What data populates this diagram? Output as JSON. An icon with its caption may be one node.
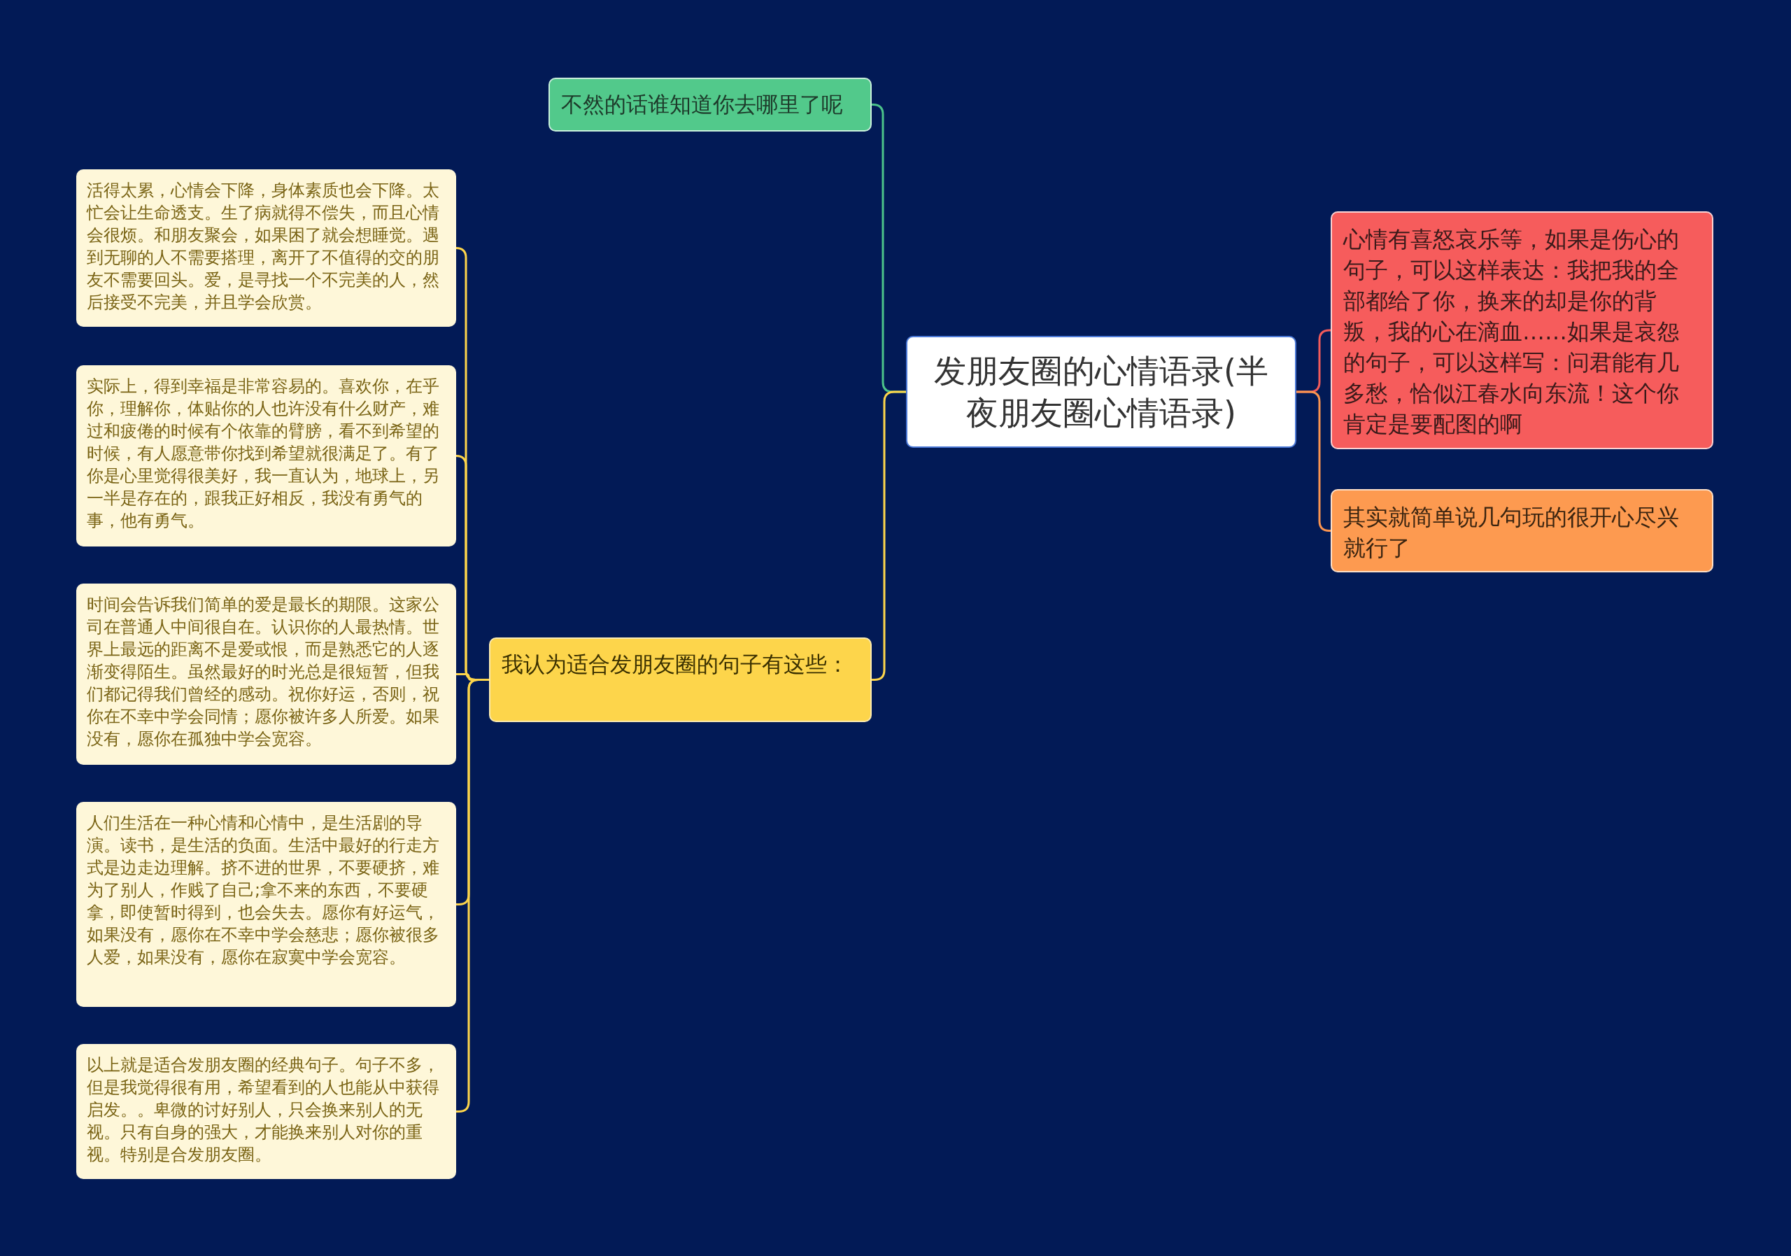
{
  "diagram": {
    "nodes": [
      {
        "text": [
          "发朋友圈的心情语录(半夜朋友圈心情语录)"
        ]
      },
      {
        "text": [
          "不然的话谁知道你去哪里了呢"
        ]
      },
      {
        "text": [
          "我认为适合发朋友圈的句子有这些："
        ]
      },
      {
        "text": [
          "活得太累，心情会下降，身体素质也会下降。太忙会让生命透支。生了病就得不偿失，而且心情会很烦。和朋友聚会，如果困了就会想睡觉。遇到无聊的人不需要搭理，离开了不值得的交的朋友不需要回头。爱，是寻找一个不完美的人，然后接受不完美，并且学会欣赏。"
        ]
      },
      {
        "text": [
          "实际上，得到幸福是非常容易的。喜欢你，在乎你，理解你，体贴你的人也许没有什么财产，难过和疲倦的时候有个依靠的臂膀，看不到希望的时候，有人愿意带你找到希望就很满足了。有了你是心里觉得很美好，我一直认为，地球上，另一半是存在的，跟我正好相反，我没有勇气的事，他有勇气。"
        ]
      },
      {
        "text": [
          "时间会告诉我们简单的爱是最长的期限。这家公司在普通人中间很自在。认识你的人最热情。世界上最远的距离不是爱或恨，而是熟悉它的人逐渐变得陌生。虽然最好的时光总是很短暂，但我们都记得我们曾经的感动。祝你好运，否则，祝你在不幸中学会同情；愿你被许多人所爱。如果没有，愿你在孤独中学会宽容。"
        ]
      },
      {
        "text": [
          "人们生活在一种心情和心情中，是生活剧的导演。读书，是生活的负面。生活中最好的行走方式是边走边理解。挤不进的世界，不要硬挤，难为了别人，作贱了自己;拿不来的东西，不要硬拿，即使暂时得到，也会失去。愿你有好运气，如果没有，愿你在不幸中学会慈悲；愿你被很多人爱，如果没有，愿你在寂寞中学会宽容。"
        ]
      },
      {
        "text": [
          "以上就是适合发朋友圈的经典句子。句子不多，但是我觉得很有用，希望看到的人也能从中获得启发。。卑微的讨好别人，只会换来别人的无视。只有自身的强大，才能换来别人对你的重视。特别是合发朋友圈。"
        ]
      },
      {
        "text": [
          "心情有喜怒哀乐等，如果是伤心的句子，可以这样表达：我把我的全部都给了你，换来的却是你的背叛，我的心在滴血……如果是哀怨的句子，可以这样写：问君能有几多愁，恰似江春水向东流！这个你肯定是要配图的啊"
        ]
      },
      {
        "text": [
          "其实就简单说几句玩的很开心尽兴就行了"
        ]
      }
    ],
    "edges": [
      {
        "from": 0,
        "to": 1,
        "arrow": "none",
        "color": "#4cc38a"
      },
      {
        "from": 0,
        "to": 2,
        "arrow": "none",
        "color": "#fdd54b"
      },
      {
        "from": 2,
        "to": 3,
        "arrow": "none",
        "color": "#fdd54b"
      },
      {
        "from": 2,
        "to": 4,
        "arrow": "none",
        "color": "#fdd54b"
      },
      {
        "from": 2,
        "to": 5,
        "arrow": "none",
        "color": "#fdd54b"
      },
      {
        "from": 2,
        "to": 6,
        "arrow": "none",
        "color": "#fdd54b"
      },
      {
        "from": 2,
        "to": 7,
        "arrow": "none",
        "color": "#fdd54b"
      },
      {
        "from": 0,
        "to": 8,
        "arrow": "none",
        "color": "#f25b5b"
      },
      {
        "from": 0,
        "to": 9,
        "arrow": "none",
        "color": "#fa9450"
      }
    ]
  }
}
